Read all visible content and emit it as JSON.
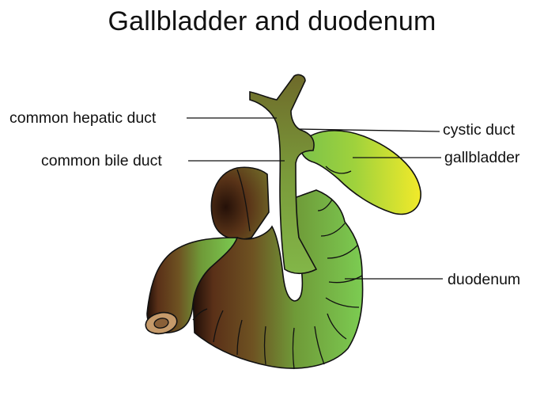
{
  "title": "Gallbladder and duodenum",
  "labels": {
    "common_hepatic_duct": "common hepatic duct",
    "common_bile_duct": "common bile duct",
    "cystic_duct": "cystic duct",
    "gallbladder": "gallbladder",
    "duodenum": "duodenum"
  },
  "colors": {
    "outline": "#111111",
    "gallbladder_yellow": "#f2ea2a",
    "green": "#7cc24a",
    "olive": "#6e6a2a",
    "brown": "#6b3a1a",
    "dark_brown": "#2a140a",
    "lumen": "#c59a6a"
  }
}
